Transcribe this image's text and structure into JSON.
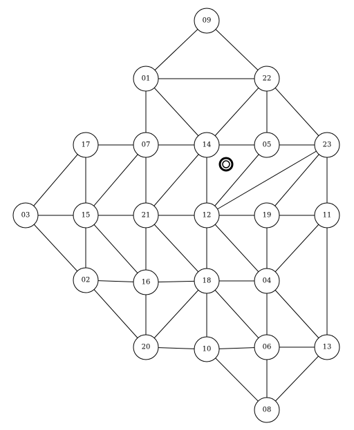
{
  "graph": {
    "nodes": [
      {
        "id": "09",
        "label": "09"
      },
      {
        "id": "01",
        "label": "01"
      },
      {
        "id": "22",
        "label": "22"
      },
      {
        "id": "17",
        "label": "17"
      },
      {
        "id": "07",
        "label": "07"
      },
      {
        "id": "14",
        "label": "14"
      },
      {
        "id": "05",
        "label": "05"
      },
      {
        "id": "23",
        "label": "23"
      },
      {
        "id": "03",
        "label": "03"
      },
      {
        "id": "15",
        "label": "15"
      },
      {
        "id": "21",
        "label": "21"
      },
      {
        "id": "12",
        "label": "12"
      },
      {
        "id": "19",
        "label": "19"
      },
      {
        "id": "11",
        "label": "11"
      },
      {
        "id": "02",
        "label": "02"
      },
      {
        "id": "16",
        "label": "16"
      },
      {
        "id": "18",
        "label": "18"
      },
      {
        "id": "04",
        "label": "04"
      },
      {
        "id": "20",
        "label": "20"
      },
      {
        "id": "10",
        "label": "10"
      },
      {
        "id": "06",
        "label": "06"
      },
      {
        "id": "13",
        "label": "13"
      },
      {
        "id": "08",
        "label": "08"
      }
    ],
    "edges": [
      [
        "09",
        "01"
      ],
      [
        "09",
        "22"
      ],
      [
        "01",
        "22"
      ],
      [
        "01",
        "07"
      ],
      [
        "01",
        "14"
      ],
      [
        "22",
        "14"
      ],
      [
        "22",
        "05"
      ],
      [
        "22",
        "23"
      ],
      [
        "17",
        "07"
      ],
      [
        "17",
        "15"
      ],
      [
        "17",
        "03"
      ],
      [
        "07",
        "14"
      ],
      [
        "07",
        "15"
      ],
      [
        "07",
        "21"
      ],
      [
        "14",
        "05"
      ],
      [
        "14",
        "21"
      ],
      [
        "14",
        "12"
      ],
      [
        "05",
        "23"
      ],
      [
        "05",
        "12"
      ],
      [
        "23",
        "12"
      ],
      [
        "23",
        "19"
      ],
      [
        "23",
        "11"
      ],
      [
        "03",
        "15"
      ],
      [
        "03",
        "02"
      ],
      [
        "15",
        "21"
      ],
      [
        "15",
        "02"
      ],
      [
        "15",
        "16"
      ],
      [
        "21",
        "12"
      ],
      [
        "21",
        "16"
      ],
      [
        "21",
        "18"
      ],
      [
        "12",
        "19"
      ],
      [
        "12",
        "18"
      ],
      [
        "12",
        "04"
      ],
      [
        "19",
        "11"
      ],
      [
        "19",
        "04"
      ],
      [
        "11",
        "04"
      ],
      [
        "11",
        "13"
      ],
      [
        "02",
        "16"
      ],
      [
        "02",
        "20"
      ],
      [
        "16",
        "18"
      ],
      [
        "16",
        "20"
      ],
      [
        "18",
        "04"
      ],
      [
        "18",
        "20"
      ],
      [
        "18",
        "10"
      ],
      [
        "18",
        "06"
      ],
      [
        "04",
        "06"
      ],
      [
        "04",
        "13"
      ],
      [
        "20",
        "10"
      ],
      [
        "10",
        "06"
      ],
      [
        "10",
        "08"
      ],
      [
        "06",
        "13"
      ],
      [
        "06",
        "08"
      ],
      [
        "13",
        "08"
      ]
    ],
    "marker": {
      "shape": "double-ring"
    }
  }
}
